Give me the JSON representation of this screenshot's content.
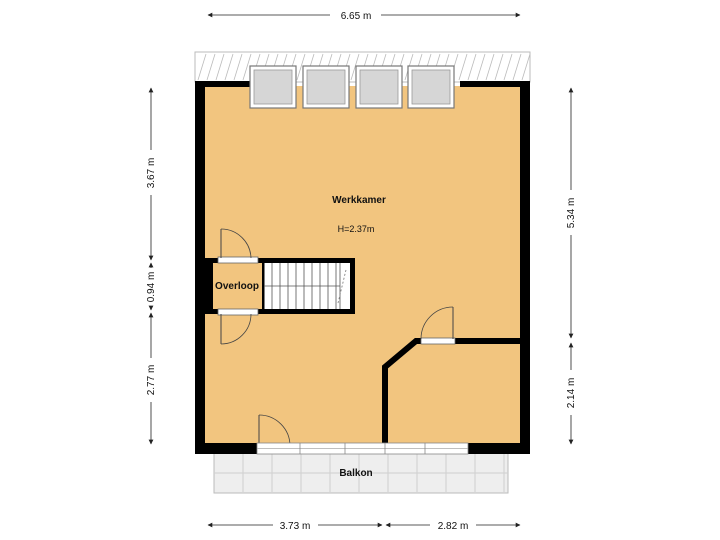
{
  "colors": {
    "floor": "#F2C57F",
    "wall": "#000000",
    "terrace": "#EEEEEE",
    "tile_line": "#CFCFCF",
    "window": "#CCCCCC",
    "dimension": "#222222"
  },
  "dimensions": {
    "top_width": "6.65 m",
    "left_top": "3.67 m",
    "left_middle": "0.94 m",
    "left_bottom": "2.77 m",
    "right_top": "5.34 m",
    "right_bottom": "2.14 m",
    "bottom_left": "3.73 m",
    "bottom_right": "2.82 m"
  },
  "rooms": {
    "main_name": "Werkkamer",
    "main_height": "H=2.37m",
    "landing": "Overloop",
    "balcony": "Balkon"
  }
}
